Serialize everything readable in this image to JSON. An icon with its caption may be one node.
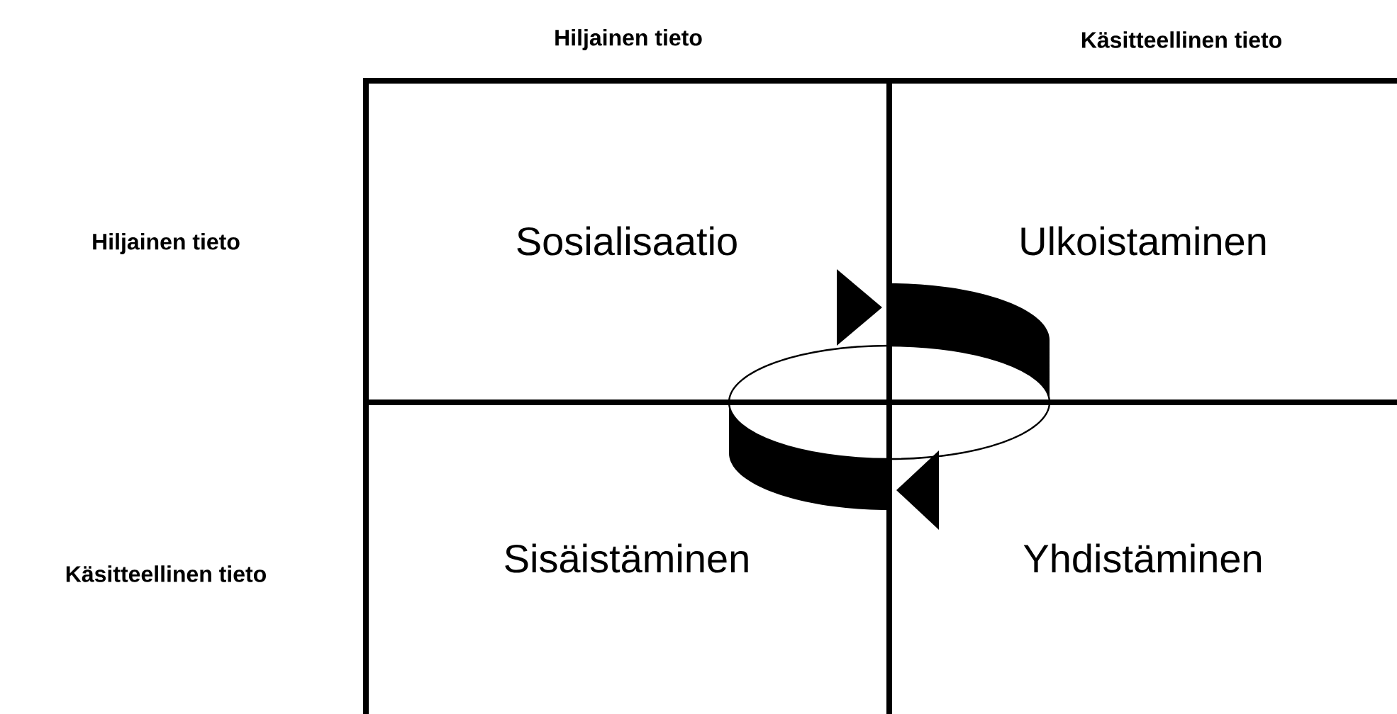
{
  "diagram": {
    "nodes": [
      {
        "text": [
          "Sosialisaatio"
        ]
      },
      {
        "text": [
          "Ulkoistaminen"
        ]
      },
      {
        "text": [
          "Sisäistäminen"
        ]
      },
      {
        "text": [
          "Yhdistäminen"
        ]
      }
    ],
    "labels": [
      "Hiljainen tieto",
      "Käsitteellinen tieto",
      "Hiljainen tieto",
      "Käsitteellinen tieto"
    ]
  }
}
